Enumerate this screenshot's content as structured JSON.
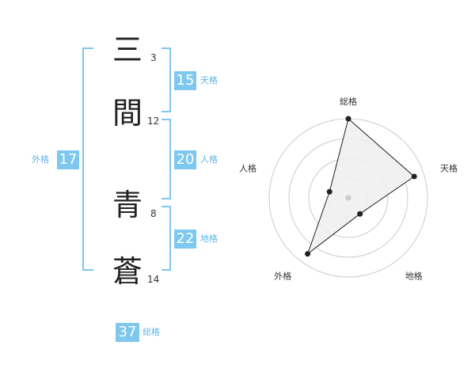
{
  "name": {
    "characters": [
      {
        "char": "三",
        "strokes": "3"
      },
      {
        "char": "間",
        "strokes": "12"
      },
      {
        "char": "青",
        "strokes": "8"
      },
      {
        "char": "蒼",
        "strokes": "14"
      }
    ]
  },
  "fortune": {
    "tenkaku": {
      "value": "15",
      "label": "天格"
    },
    "jinkaku": {
      "value": "20",
      "label": "人格"
    },
    "chikaku": {
      "value": "22",
      "label": "地格"
    },
    "gaikaku": {
      "value": "17",
      "label": "外格"
    },
    "soukaku": {
      "value": "37",
      "label": "総格"
    }
  },
  "colors": {
    "accent": "#7ec8ef",
    "accent_text": "#5fb7e5",
    "ring": "#cccccc",
    "polygon_fill": "#eeeeee"
  },
  "chart_data": {
    "type": "radar",
    "axes": [
      "総格",
      "天格",
      "地格",
      "外格",
      "人格"
    ],
    "rings": 4,
    "max": 4,
    "values": [
      4,
      3.5,
      1,
      3.5,
      1
    ]
  }
}
